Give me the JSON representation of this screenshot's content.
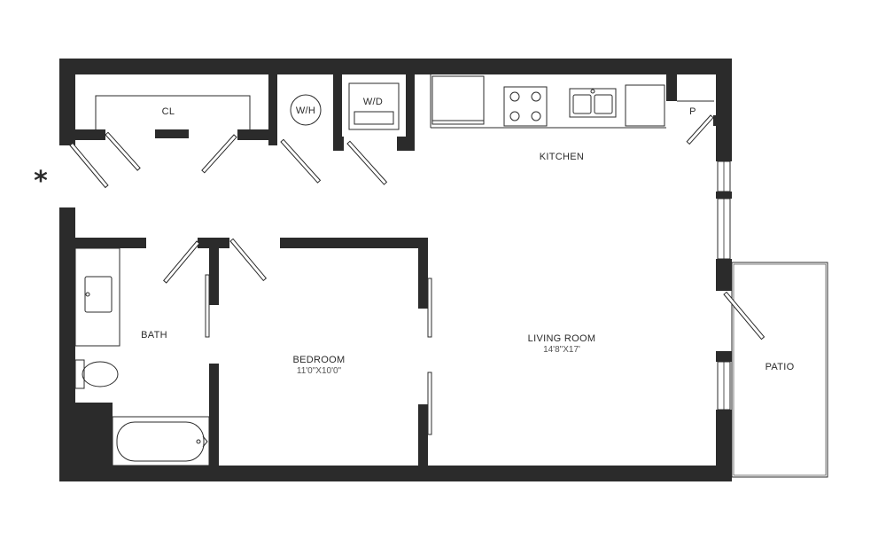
{
  "colors": {
    "wall": "#2b2b2b",
    "background": "#ffffff",
    "line": "#2b2b2b"
  },
  "rooms": {
    "closet": {
      "name": "CL"
    },
    "water_heater": {
      "name": "W/H"
    },
    "washer_dryer": {
      "name": "W/D"
    },
    "kitchen": {
      "name": "KITCHEN"
    },
    "pantry": {
      "name": "P"
    },
    "bath": {
      "name": "BATH"
    },
    "bedroom": {
      "name": "BEDROOM",
      "dimensions": "11'0\"X10'0\""
    },
    "living_room": {
      "name": "LIVING ROOM",
      "dimensions": "14'8\"X17'"
    },
    "patio": {
      "name": "PATIO"
    }
  },
  "entry_marker": "*",
  "icons": [
    "range-icon",
    "sink-icon",
    "refrigerator-icon",
    "dishwasher-icon",
    "toilet-icon",
    "bathtub-icon",
    "vanity-sink-icon"
  ]
}
